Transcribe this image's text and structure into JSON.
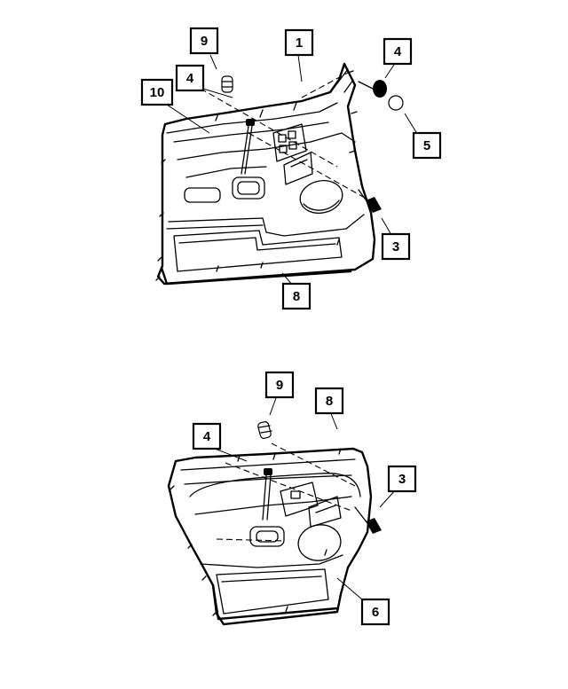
{
  "callouts": {
    "front": [
      "9",
      "1",
      "4",
      "4",
      "10",
      "5",
      "3",
      "8"
    ],
    "rear": [
      "9",
      "8",
      "4",
      "3",
      "6"
    ]
  }
}
